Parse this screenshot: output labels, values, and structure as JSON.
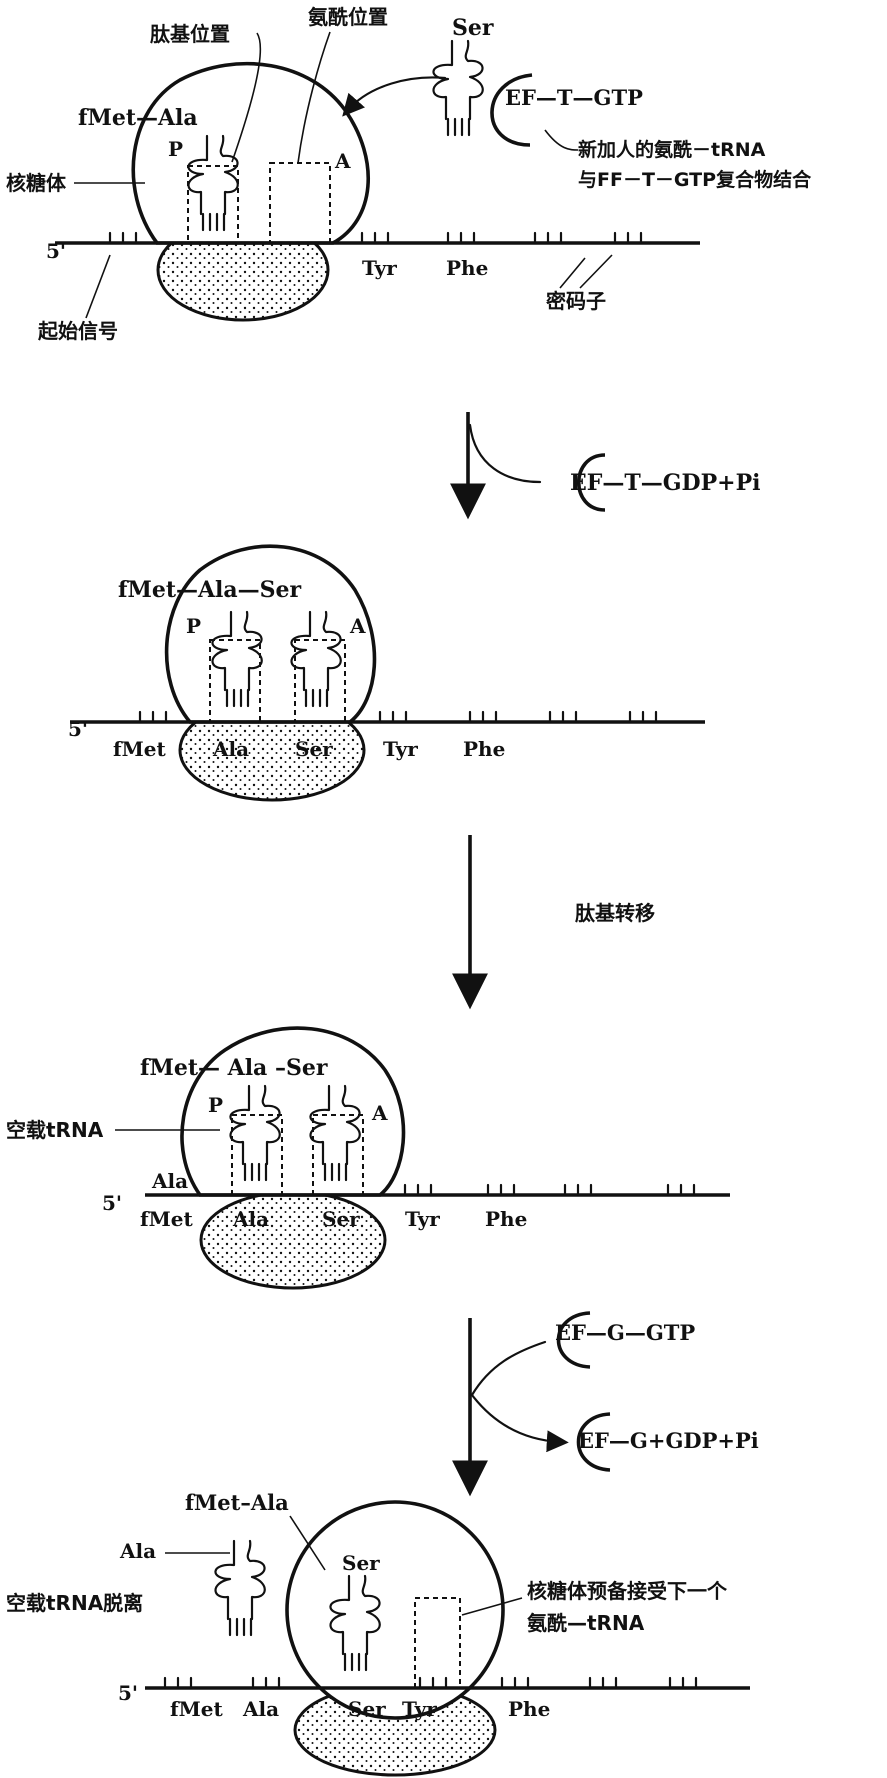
{
  "colors": {
    "ink": "#111111",
    "paper": "#ffffff"
  },
  "labels": {
    "peptidyl_site": "肽基位置",
    "aminoacyl_site": "氨酰位置",
    "ribosome": "核糖体",
    "start_signal": "起始信号",
    "codon": "密码子",
    "new_aa_trna": "新加人的氨酰－tRNA",
    "binds_with": "与FF－T－GTP复合物结合",
    "translocation": "肽基转移",
    "empty_trna": "空载tRNA",
    "empty_trna_release": "空载tRNA脱离",
    "ready_1": "核糖体预备接受下一个",
    "ready_2": "氨酰—tRNA",
    "five_prime": "5'",
    "P": "P",
    "A": "A"
  },
  "complexes": {
    "ef_t_gtp": "EF—T—GTP",
    "ef_t_gdp": "EF—T—GDP+Pi",
    "ef_g_gtp": "EF—G—GTP",
    "ef_g_gdp": "EF—G+GDP+Pi"
  },
  "chains": {
    "s1": "fMet—Ala",
    "s2": "fMet—Ala—Ser",
    "s3": "fMet— Ala –Ser",
    "s4": "fMet–Ala"
  },
  "amino_acids": {
    "fMet": "fMet",
    "Ala": "Ala",
    "Ser": "Ser",
    "Tyr": "Tyr",
    "Phe": "Phe"
  }
}
